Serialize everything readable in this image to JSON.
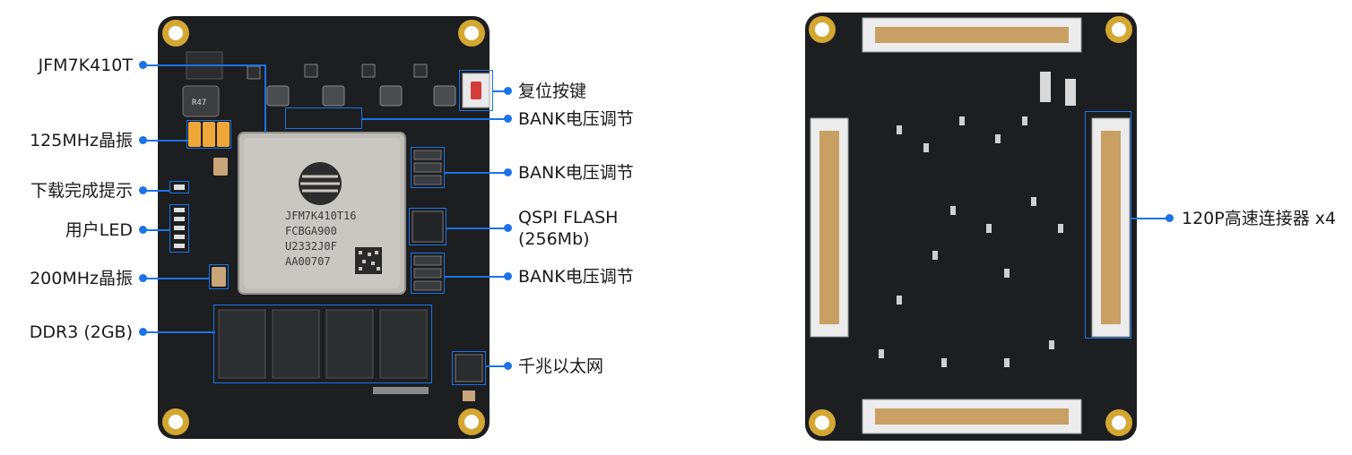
{
  "colors": {
    "accent": "#1b73e8",
    "pcb": "#1c1e20",
    "gold": "#d4a632"
  },
  "board_front": {
    "chip_marking": [
      "JFM7K410T16",
      "FCBGA900",
      "U2332J0F",
      "AA00707"
    ],
    "callouts_left": [
      {
        "id": "fpga",
        "label": "JFM7K410T"
      },
      {
        "id": "osc125",
        "label": "125MHz晶振"
      },
      {
        "id": "done-led",
        "label": "下载完成提示"
      },
      {
        "id": "user-led",
        "label": "用户LED"
      },
      {
        "id": "osc200",
        "label": "200MHz晶振"
      },
      {
        "id": "ddr3",
        "label": "DDR3 (2GB)"
      }
    ],
    "callouts_right": [
      {
        "id": "reset",
        "label": "复位按键"
      },
      {
        "id": "bank1",
        "label": "BANK电压调节"
      },
      {
        "id": "bank2",
        "label": "BANK电压调节"
      },
      {
        "id": "qspi",
        "label": "QSPI FLASH",
        "label2": "(256Mb)"
      },
      {
        "id": "bank3",
        "label": "BANK电压调节"
      },
      {
        "id": "ethernet",
        "label": "千兆以太网"
      }
    ]
  },
  "board_back": {
    "callout": {
      "id": "connectors",
      "label": "120P高速连接器 x4"
    }
  }
}
